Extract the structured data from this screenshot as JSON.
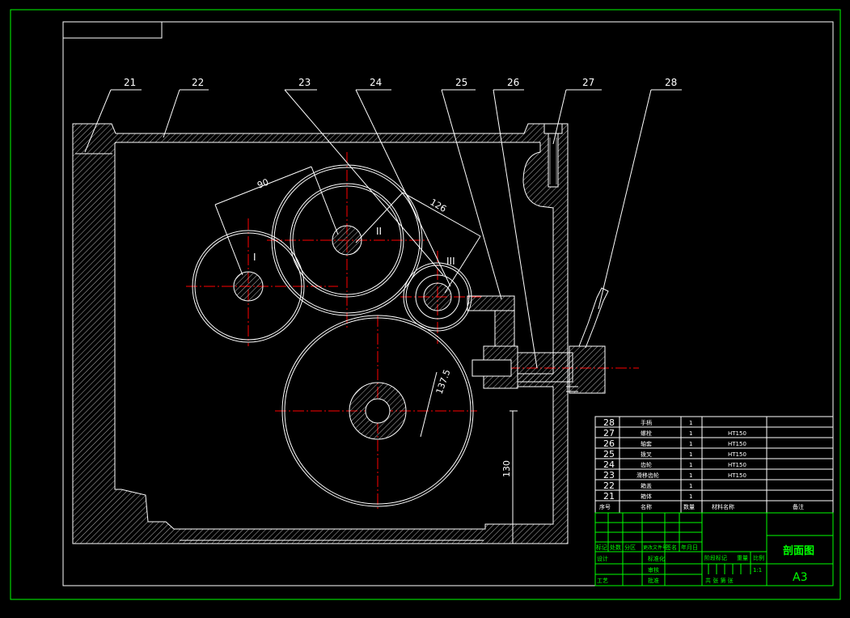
{
  "part_labels": [
    "21",
    "22",
    "23",
    "24",
    "25",
    "26",
    "27",
    "28"
  ],
  "shaft_labels": [
    "I",
    "II",
    "III"
  ],
  "dimensions": {
    "center_distance_1_2": "90",
    "center_distance_2_3": "126",
    "center_distance_3_4": "137.5",
    "height_dim": "130"
  },
  "parts_list": [
    {
      "no": "28",
      "name": "手柄",
      "qty": "1",
      "material": ""
    },
    {
      "no": "27",
      "name": "螺栓",
      "qty": "1",
      "material": "HT150"
    },
    {
      "no": "26",
      "name": "轴套",
      "qty": "1",
      "material": "HT150"
    },
    {
      "no": "25",
      "name": "拨叉",
      "qty": "1",
      "material": "HT150"
    },
    {
      "no": "24",
      "name": "齿轮",
      "qty": "1",
      "material": "HT150"
    },
    {
      "no": "23",
      "name": "滑移齿轮",
      "qty": "1",
      "material": "HT150"
    },
    {
      "no": "22",
      "name": "箱盖",
      "qty": "1",
      "material": ""
    },
    {
      "no": "21",
      "name": "箱体",
      "qty": "1",
      "material": ""
    }
  ],
  "parts_header": {
    "no": "序号",
    "name": "名称",
    "qty": "数量",
    "material": "材料名称",
    "note": "备注"
  },
  "title_block": {
    "drawing_title": "剖面图",
    "sheet_size": "A3",
    "row_labels": [
      "标记",
      "处数",
      "分区",
      "更改文件号",
      "签名",
      "年月日"
    ],
    "design": "设计",
    "standardize": "标准化",
    "check": "审核",
    "craft": "工艺",
    "approve": "批准",
    "stage_mark": "阶段标记",
    "weight": "重量",
    "scale": "比例",
    "scale_value": "1:1",
    "sheets": "共 张 第 张"
  },
  "colors": {
    "frame": "#00ff00",
    "line": "#ffffff",
    "center": "#ff0000"
  }
}
